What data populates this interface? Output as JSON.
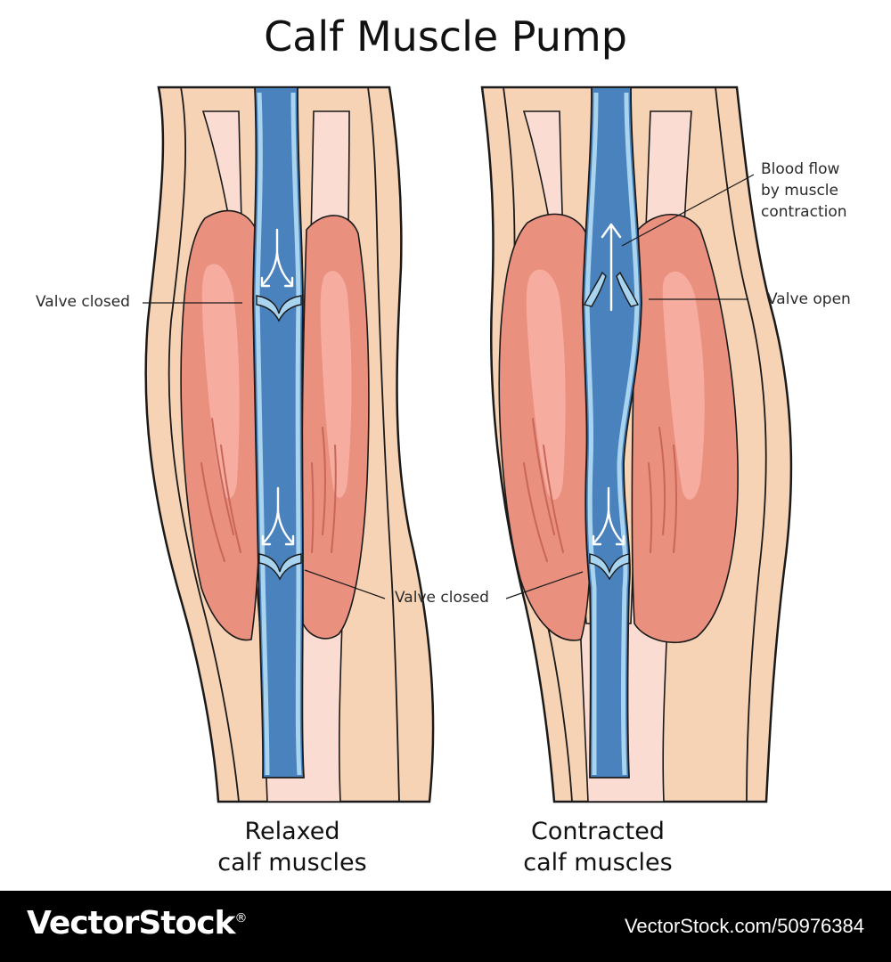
{
  "title": "Calf Muscle Pump",
  "left_panel": {
    "caption_line1": "Relaxed",
    "caption_line2": "calf muscles",
    "callout_valve_top": "Valve closed"
  },
  "right_panel": {
    "caption_line1": "Contracted",
    "caption_line2": "calf muscles",
    "callout_flow_line1": "Blood flow",
    "callout_flow_line2": "by muscle",
    "callout_flow_line3": "contraction",
    "callout_valve_open": "Valve open"
  },
  "shared_callout_valve_bottom": "Valve closed",
  "watermark": {
    "brand": "VectorStock",
    "registered_mark": "®",
    "url": "VectorStock.com/50976384"
  },
  "colors": {
    "skin": "#f7d3b6",
    "muscle": "#e9907f",
    "muscle_highlight": "#f6ada0",
    "tendon": "#fbdcd3",
    "vein": "#4a82bd",
    "vein_light": "#a9d4ef",
    "outline": "#1a1a1a"
  }
}
